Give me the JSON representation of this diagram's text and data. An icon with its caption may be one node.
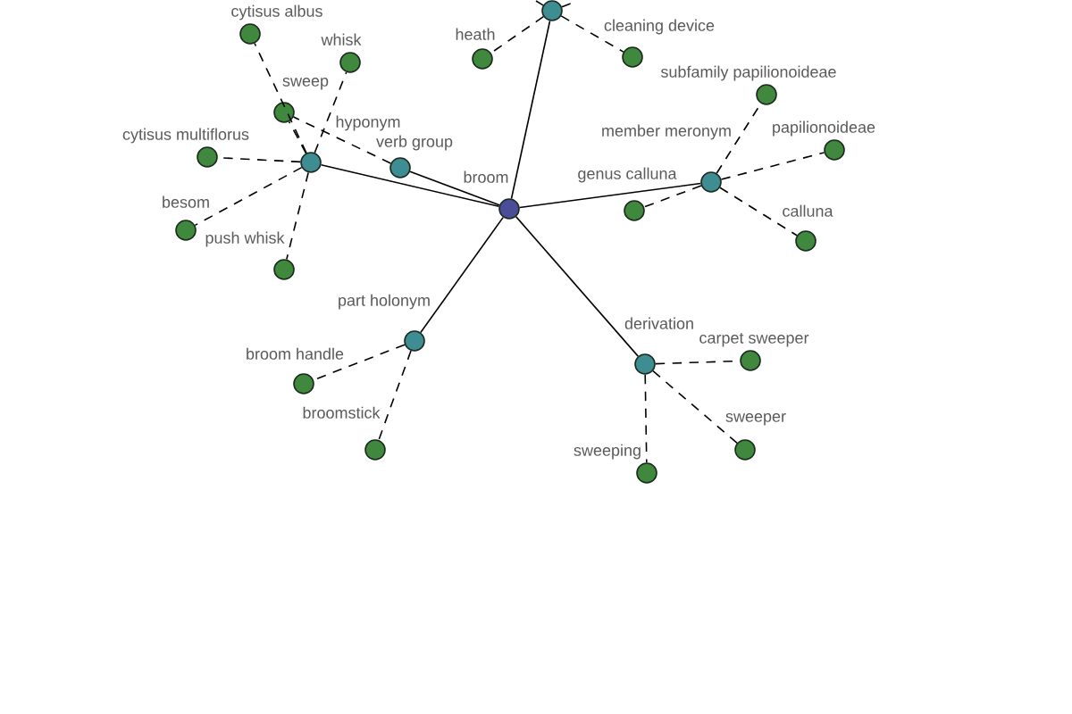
{
  "diagram": {
    "nodes": [
      {
        "text": [
          "cytisus albus"
        ]
      },
      {
        "text": [],
        "shape": "circle"
      },
      {
        "text": [
          "whisk"
        ]
      },
      {
        "text": [
          "heath"
        ]
      },
      {
        "text": [
          "cleaning device"
        ]
      },
      {
        "text": [
          "subfamily papilionoideae"
        ]
      },
      {
        "text": [
          "sweep"
        ]
      },
      {
        "text": [
          "papilionoideae"
        ]
      },
      {
        "text": [
          "cytisus multiflorus"
        ]
      },
      {
        "text": [
          "hyponym"
        ]
      },
      {
        "text": [
          "verb group"
        ]
      },
      {
        "text": [
          "member meronym"
        ]
      },
      {
        "text": [
          "broom"
        ]
      },
      {
        "text": [
          "genus calluna"
        ]
      },
      {
        "text": [
          "besom"
        ]
      },
      {
        "text": [
          "calluna"
        ]
      },
      {
        "text": [
          "push whisk"
        ]
      },
      {
        "text": [
          "part holonym"
        ]
      },
      {
        "text": [
          "derivation"
        ]
      },
      {
        "text": [
          "carpet sweeper"
        ]
      },
      {
        "text": [
          "broom handle"
        ]
      },
      {
        "text": [
          "broomstick"
        ]
      },
      {
        "text": [
          "sweeper"
        ]
      },
      {
        "text": [
          "sweeping"
        ]
      }
    ],
    "edges": [
      {
        "from": 12,
        "to": 9,
        "arrow": "none"
      },
      {
        "from": 12,
        "to": 10,
        "arrow": "none"
      },
      {
        "from": 12,
        "to": 1,
        "arrow": "none"
      },
      {
        "from": 12,
        "to": 11,
        "arrow": "none"
      },
      {
        "from": 12,
        "to": 17,
        "arrow": "none"
      },
      {
        "from": 12,
        "to": 18,
        "arrow": "none"
      },
      {
        "from": 9,
        "to": 0,
        "arrow": "none",
        "style": "dashed"
      },
      {
        "from": 9,
        "to": 2,
        "arrow": "none",
        "style": "dashed"
      },
      {
        "from": 9,
        "to": 6,
        "arrow": "none",
        "style": "dashed"
      },
      {
        "from": 9,
        "to": 8,
        "arrow": "none",
        "style": "dashed"
      },
      {
        "from": 9,
        "to": 14,
        "arrow": "none",
        "style": "dashed"
      },
      {
        "from": 9,
        "to": 16,
        "arrow": "none",
        "style": "dashed"
      },
      {
        "from": 10,
        "to": 6,
        "arrow": "none",
        "style": "dashed"
      },
      {
        "from": 1,
        "to": null,
        "arrow": "none",
        "style": "dashed"
      },
      {
        "from": 1,
        "to": null,
        "arrow": "none",
        "style": "dashed"
      },
      {
        "from": 1,
        "to": 3,
        "arrow": "none",
        "style": "dashed"
      },
      {
        "from": 1,
        "to": 4,
        "arrow": "none",
        "style": "dashed"
      },
      {
        "from": 11,
        "to": 5,
        "arrow": "none",
        "style": "dashed"
      },
      {
        "from": 11,
        "to": 7,
        "arrow": "none",
        "style": "dashed"
      },
      {
        "from": 11,
        "to": 13,
        "arrow": "none",
        "style": "dashed"
      },
      {
        "from": 11,
        "to": 15,
        "arrow": "none",
        "style": "dashed"
      },
      {
        "from": 17,
        "to": 20,
        "arrow": "none",
        "style": "dashed"
      },
      {
        "from": 17,
        "to": 21,
        "arrow": "none",
        "style": "dashed"
      },
      {
        "from": 18,
        "to": 19,
        "arrow": "none",
        "style": "dashed"
      },
      {
        "from": 18,
        "to": 22,
        "arrow": "none",
        "style": "dashed"
      },
      {
        "from": 18,
        "to": 23,
        "arrow": "none",
        "style": "dashed"
      }
    ]
  }
}
